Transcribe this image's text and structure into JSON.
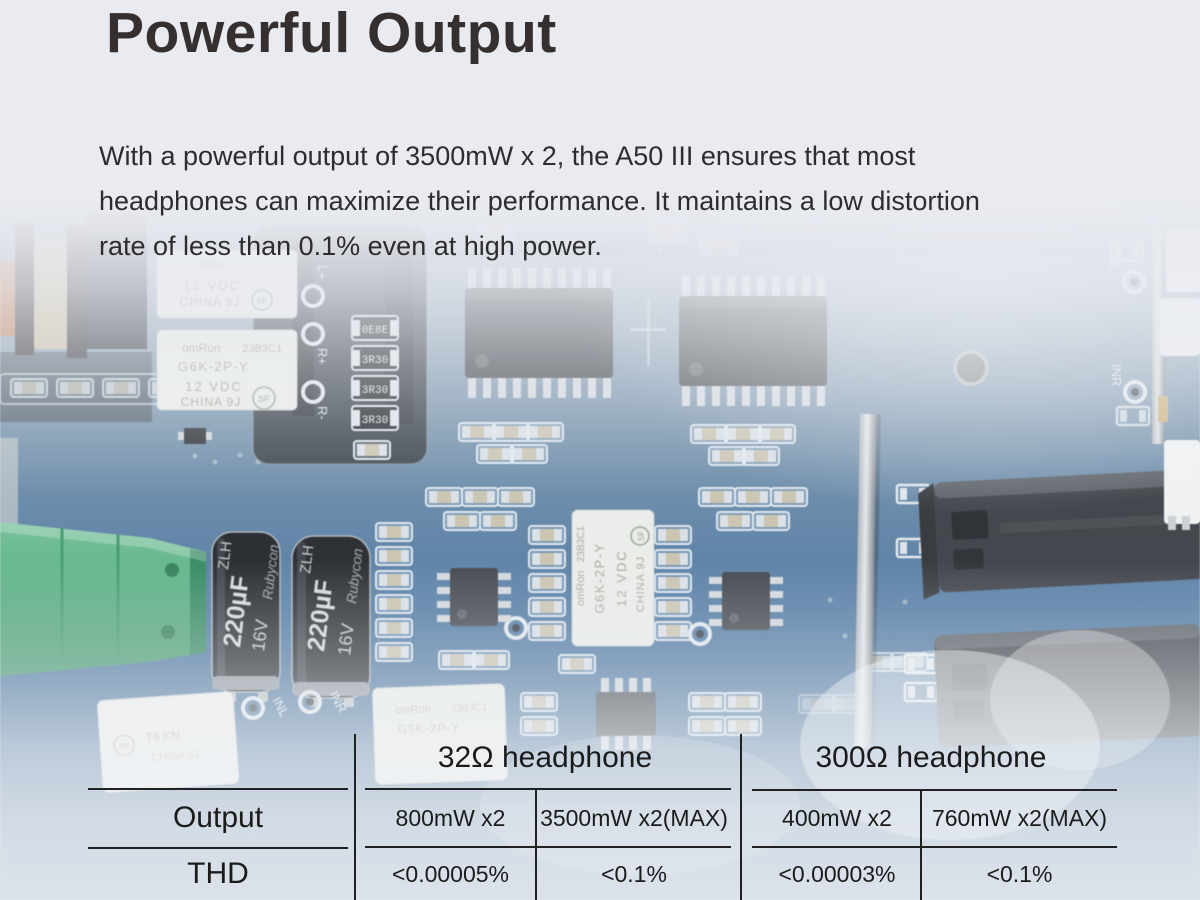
{
  "header": {
    "title": "Powerful Output"
  },
  "description": {
    "lines": [
      "With a powerful output of 3500mW x 2, the A50 III ensures that most",
      "headphones can maximize their performance. It maintains a low distortion",
      "rate of less than 0.1% even at high power."
    ]
  },
  "spec_table": {
    "row_labels": [
      "Output",
      "THD"
    ],
    "sections": [
      {
        "header": "32Ω headphone",
        "output": [
          "800mW x2",
          "3500mW x2(MAX)"
        ],
        "thd": [
          "<0.00005%",
          "<0.1%"
        ]
      },
      {
        "header": "300Ω headphone",
        "output": [
          "400mW x2",
          "760mW x2(MAX)"
        ],
        "thd": [
          "<0.00003%",
          "<0.1%"
        ]
      }
    ]
  },
  "pcb": {
    "relay": {
      "brand": "omRon",
      "code": "23B3C1",
      "model": "G6K-2P-Y",
      "model_alt": "G5K-2P-Y",
      "voltage": "12 VDC",
      "origin": "CHINA 9J",
      "cert": "SF"
    },
    "cap": {
      "brand": "Rubycon",
      "value": "220µF",
      "voltage": "16V",
      "series": "ZLH"
    },
    "pads": {
      "l_plus": "L+",
      "r_plus": "R+",
      "r_minus": "R-",
      "in_l": "INL",
      "in_r": "INR"
    },
    "resistors": [
      "0E8E",
      "3R30",
      "3R30",
      "3R30"
    ],
    "relay2_label": "T6 KN",
    "colors": {
      "board_blue": "#4a76a0",
      "relay_white": "#e9ece9",
      "connector_green": "#52ae80",
      "capacitor_black": "#24272c",
      "background": "#e9ebf1",
      "table_line": "#212121"
    }
  }
}
